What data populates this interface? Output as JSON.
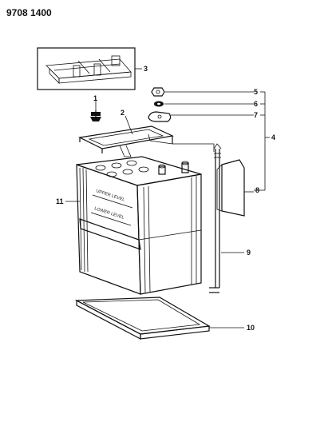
{
  "header": {
    "code": "9708 1400"
  },
  "callouts": {
    "c1": "1",
    "c2": "2",
    "c3": "3",
    "c4": "4",
    "c5": "5",
    "c6": "6",
    "c7": "7",
    "c8": "8",
    "c9": "9",
    "c10": "10",
    "c11": "11"
  },
  "battery_labels": {
    "upper": "UPPER LEVEL",
    "lower": "LOWER LEVEL"
  }
}
